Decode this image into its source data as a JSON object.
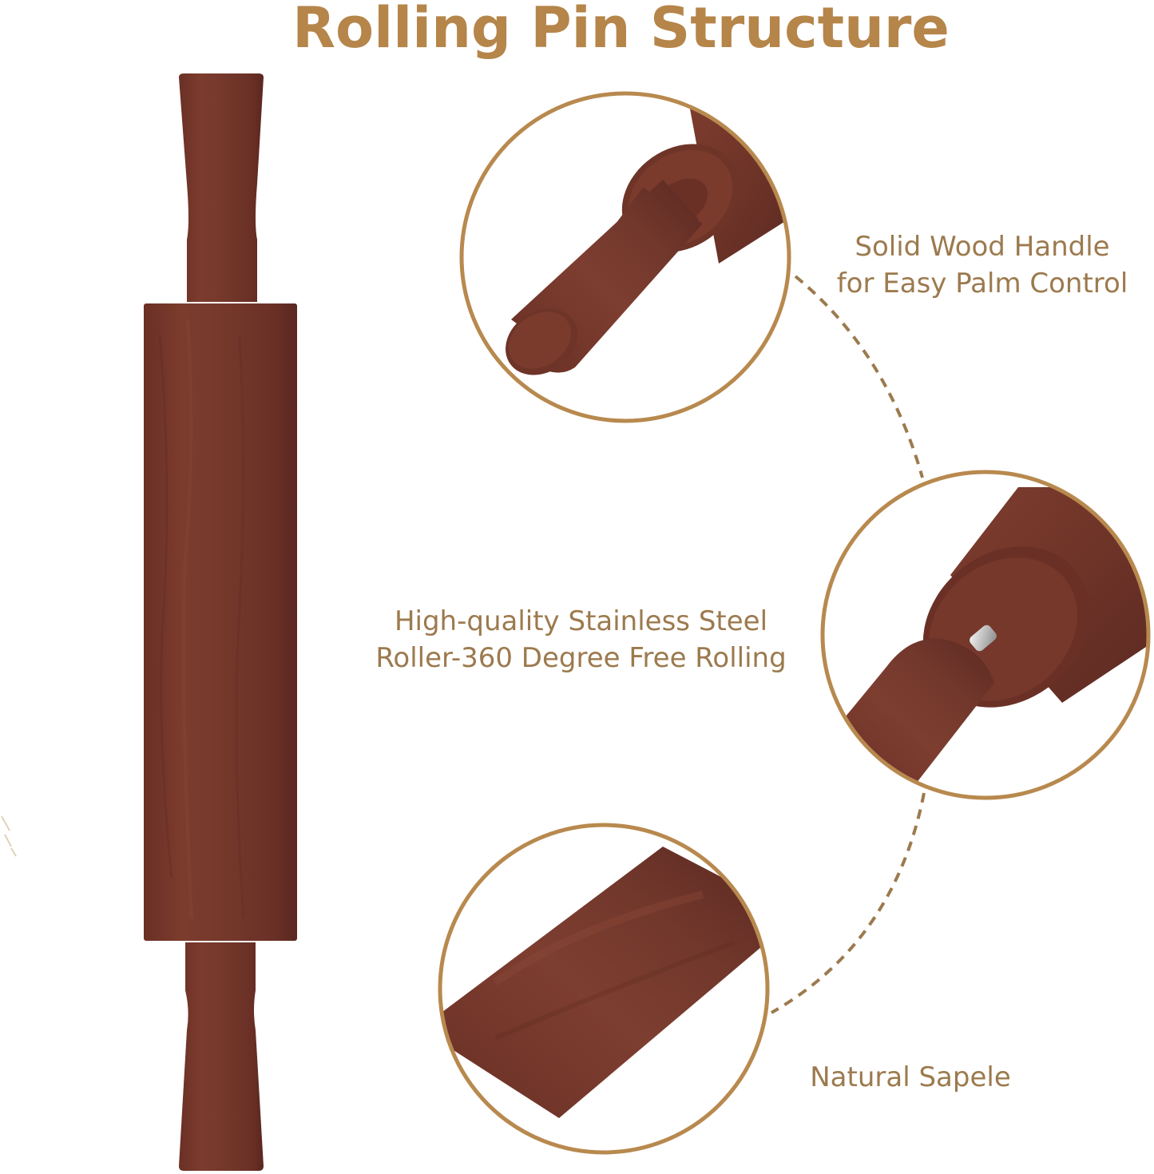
{
  "title": "Rolling Pin Structure",
  "colors": {
    "title": "#b5854a",
    "label": "#9c7a4e",
    "circle_border": "#b8894e",
    "wood_dark": "#5e2a22",
    "wood_mid": "#7a3a2c",
    "wood_light": "#8e4a38",
    "steel": "#d9d9d9"
  },
  "features": [
    {
      "id": "handle",
      "lines": [
        "Solid Wood Handle",
        "for Easy Palm Control"
      ],
      "detail_image": "handle-closeup"
    },
    {
      "id": "roller",
      "lines": [
        "High-quality Stainless Steel",
        "Roller-360 Degree Free Rolling"
      ],
      "detail_image": "steel-axle-closeup"
    },
    {
      "id": "material",
      "lines": [
        "Natural Sapele"
      ],
      "detail_image": "wood-grain-closeup"
    }
  ]
}
